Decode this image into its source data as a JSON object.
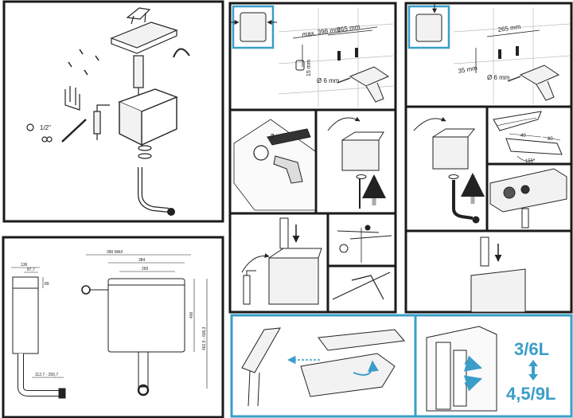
{
  "colors": {
    "frame": "#1a1a1a",
    "accent": "#3a9ec9",
    "ink": "#222222",
    "fill_light": "#f2f2f2"
  },
  "exploded_view": {
    "fill_valve_thread": "1/2\""
  },
  "drawing": {
    "dim_width_136": "136",
    "dim_width_87": "87,7",
    "dim_height_89": "89",
    "dim_pipe_range": "112,7 - 250,7",
    "dim_max": "390 MAX",
    "dim_384": "384",
    "dim_265": "265",
    "dim_400": "400",
    "dim_height_range": "462,5 - 606,3"
  },
  "install_panel_a": {
    "dim_max": "max. 398 mm",
    "dim_265": "265 mm",
    "dim_15": "15 mm",
    "drill": "Ø 6 mm"
  },
  "install_panel_b": {
    "dim_265": "265 mm",
    "dim_35": "35 mm",
    "drill": "Ø 6 mm"
  },
  "shortening": {
    "dim_40": "40",
    "dim_80": "80",
    "angle": "155°",
    "step_number": "2"
  },
  "flush_volume": {
    "full": "3/6L",
    "eco": "4,5/9L"
  },
  "icons": [
    "arrow-icon",
    "drill-icon",
    "wall-grid-icon",
    "double-arrow-icon"
  ]
}
